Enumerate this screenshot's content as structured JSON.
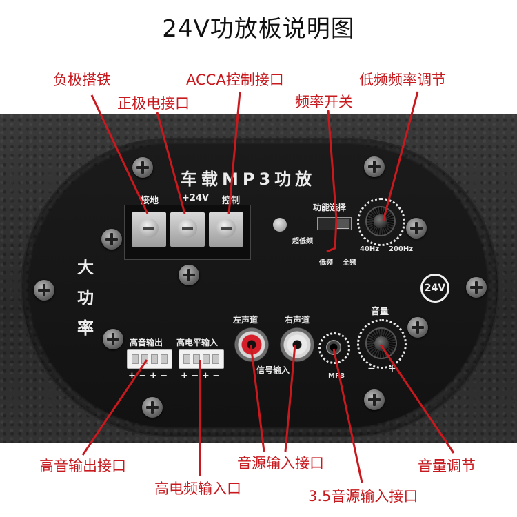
{
  "title": "24V功放板说明图",
  "panel": {
    "brand": "车载MP3功放",
    "side_chars": [
      "大",
      "功",
      "率"
    ],
    "terminal_labels": [
      "接地",
      "+24V",
      "控制"
    ],
    "switch_title": "功能选择",
    "switch_options": [
      "超低频",
      "低频",
      "全频"
    ],
    "freq_marks": [
      "40Hz",
      "200Hz"
    ],
    "badge": "24V",
    "tweeter_label": "高音输出",
    "tweeter_polarity": "+ −  + −",
    "highlevel_label": "高电平输入",
    "highlevel_polarity": "+ −  + −",
    "left_channel": "左声道",
    "right_channel": "右声道",
    "signal_input": "信号输入",
    "mp3_label": "MP3",
    "volume_label": "音量",
    "volume_marks": [
      "−",
      "+"
    ]
  },
  "callouts": {
    "ground": "负极搭铁",
    "positive": "正极电接口",
    "acca": "ACCA控制接口",
    "freq_switch": "频率开关",
    "low_freq": "低频频率调节",
    "tweeter_out": "高音输出接口",
    "highlevel_in": "高电频输入口",
    "audio_in": "音源输入接口",
    "jack35": "3.5音源输入接口",
    "volume": "音量调节"
  },
  "colors": {
    "callout": "#c8191e",
    "panel": "#141414",
    "rca_left": "#d51f2a",
    "rca_right": "#e9e9e9"
  }
}
